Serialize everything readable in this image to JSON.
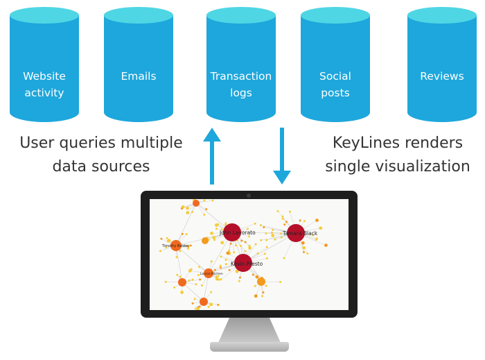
{
  "sources": [
    {
      "label": "Website\nactivity"
    },
    {
      "label": "Emails"
    },
    {
      "label": "Transaction\nlogs"
    },
    {
      "label": "Social\nposts"
    },
    {
      "label": "Reviews"
    }
  ],
  "captions": {
    "left": "User queries multiple\ndata sources",
    "right": "KeyLines renders\nsingle visualization"
  },
  "graph": {
    "nodes": [
      {
        "label": "John Lavorato"
      },
      {
        "label": "Tamara Black"
      },
      {
        "label": "Kevin Presto"
      },
      {
        "label": "Timothy Belden"
      },
      {
        "label": "Louise Kitchen"
      }
    ]
  },
  "colors": {
    "db_body": "#1ea7dc",
    "db_top": "#4fd6e4",
    "arrow": "#1ea7dc",
    "node_major": "#b5102a",
    "node_mid": "#ef6a1f",
    "node_small": "#f39a1f",
    "node_leaf": "#f5cc3a"
  }
}
